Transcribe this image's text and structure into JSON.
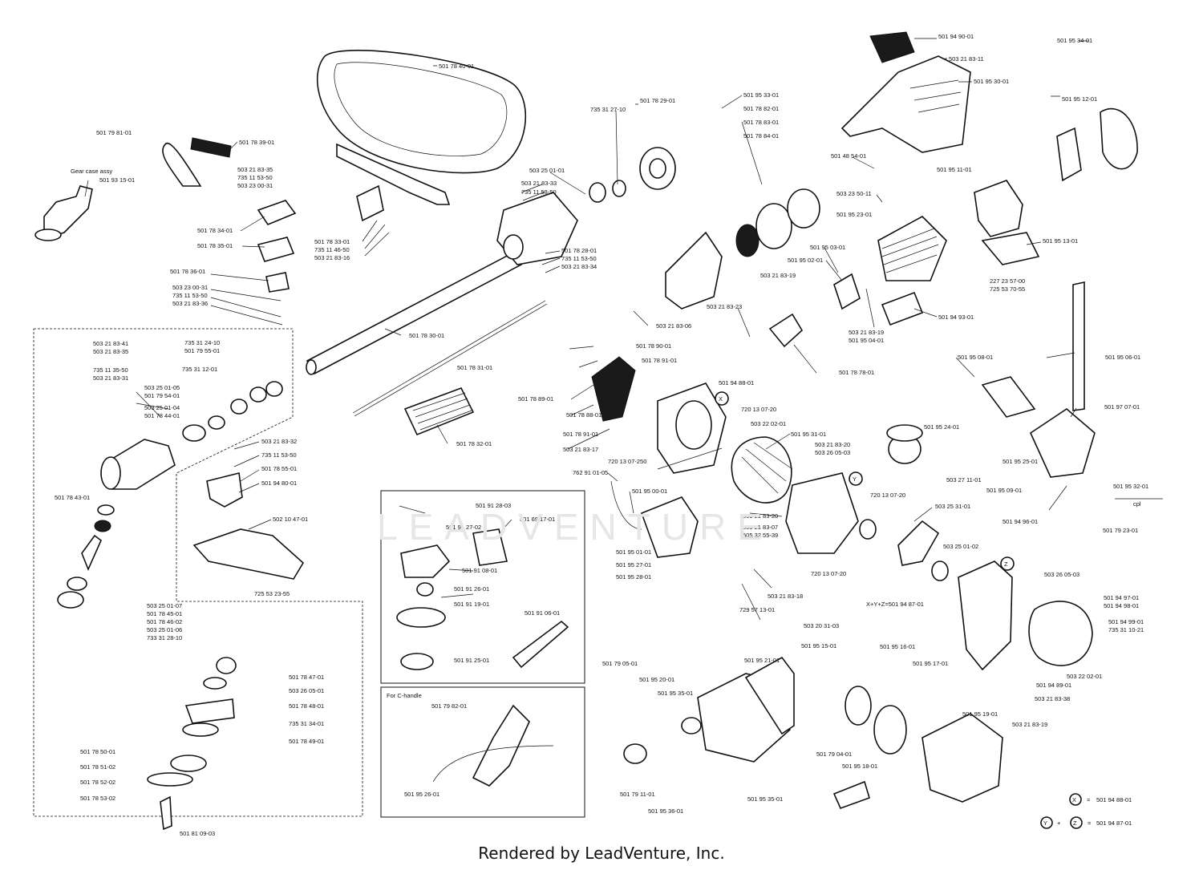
{
  "footer": "Rendered by LeadVenture, Inc.",
  "watermark": "LEADVENTURE",
  "headings": {
    "gear_case": "Gear case assy",
    "c_handle": "For C-handle",
    "xyz": "X+Y+Z=501 94 87-01",
    "cpl": "cpl"
  },
  "legend": {
    "x_letter": "X",
    "y_letter": "Y",
    "z_letter": "Z",
    "x_value": "501 94 88-01",
    "yz_value": "501 94 87-01",
    "eq": "=",
    "plus": "+"
  },
  "labels": [
    "501 94 90-01",
    "503 21 83-11",
    "501 95 30-01",
    "501 95 34-01",
    "501 95 12-01",
    "501 78 40-01",
    "501 78 29-01",
    "735 31 27-10",
    "501 95 33-01",
    "501 78 82-01",
    "501 78 83-01",
    "501 78 84-01",
    "501 48 54-01",
    "501 95 11-01",
    "503 23 50-11",
    "501 95 23-01",
    "501 95 13-01",
    "501 79 81-01",
    "501 78 39-01",
    "503 21 83-35",
    "735 11 53-50",
    "503 23 00-31",
    "501 93 15-01",
    "503 25 01-01",
    "503 21 83-33",
    "735 11 53-50",
    "501 78 34-01",
    "501 78 35-01",
    "501 78 33-01",
    "735 11 46-50",
    "503 21 83-16",
    "501 78 28-01",
    "735 11 53-50",
    "503 21 83-34",
    "501 95 03-01",
    "501 95 02-01",
    "503 21 83-19",
    "227 23 57-00",
    "725 53 70-55",
    "501 78 36-01",
    "503 23 00-31",
    "735 11 53-50",
    "503 21 83-36",
    "503 21 83-06",
    "503 21 83-23",
    "503 21 83-19",
    "501 95 04-01",
    "501 94 93-01",
    "501 78 30-01",
    "735 31 24-10",
    "501 79 55-01",
    "503 21 83-41",
    "503 21 83-35",
    "735 11 35-50",
    "503 21 83-31",
    "735 31 12-01",
    "501 78 31-01",
    "501 78 90-01",
    "501 78 91-01",
    "501 78 78-01",
    "501 95 08-01",
    "501 95 06-01",
    "503 25 01-05",
    "501 79 54-01",
    "503 25 01-04",
    "501 78 44-01",
    "501 78 89-01",
    "501 94 88-01",
    "720 13 07-20",
    "501 78 88-01",
    "501 78 91-01",
    "503 22 02-01",
    "501 95 24-01",
    "501 97 07-01",
    "503 21 83-17",
    "501 78 32-01",
    "503 21 83-32",
    "735 11 53-50",
    "501 78 55-01",
    "501 94 80-01",
    "720 13 07-250",
    "501 95 31-01",
    "503 21 83-20",
    "503 26 05-03",
    "501 95 25-01",
    "762 91 01-05",
    "501 95 00-01",
    "720 13 07-20",
    "503 27 11-01",
    "501 95 09-01",
    "501 95 32-01",
    "501 78 43-01",
    "501 91 28-03",
    "501 91 27-02",
    "501 69 17-01",
    "502 10 47-01",
    "503 21 83-20",
    "503 21 83-07",
    "505 32 55-39",
    "503 25 31-01",
    "501 94 96-01",
    "501 79 23-01",
    "501 91 08-01",
    "501 95 01-01",
    "501 95 27-01",
    "501 95 28-01",
    "503 25 01-02",
    "720 13 07-20",
    "501 91 26-01",
    "501 91 19-01",
    "725 53 23-55",
    "503 21 83-18",
    "503 26 05-03",
    "729 57 13-01",
    "503 25 01-07",
    "501 78 45-01",
    "501 78 46-02",
    "503 25 01-06",
    "733 31 28-10",
    "501 91 06-01",
    "503 20 31-03",
    "501 94 97-01",
    "501 94 98-01",
    "501 94 99-01",
    "735 31 10-21",
    "501 95 15-01",
    "501 95 16-01",
    "501 95 21-01",
    "501 91 25-01",
    "501 79 05-01",
    "501 95 20-01",
    "501 95 17-01",
    "503 22 02-01",
    "501 94 89-01",
    "501 78 47-01",
    "503 26 05-01",
    "501 78 48-01",
    "501 95 35-01",
    "503 21 83-38",
    "501 79 82-01",
    "735 31 34-01",
    "501 78 49-01",
    "501 95 19-01",
    "503 21 83-19",
    "501 78 50-01",
    "501 78 51-02",
    "501 78 52-02",
    "501 79 11-01",
    "501 95 26-01",
    "501 79 04-01",
    "501 95 18-01",
    "501 95 35-01",
    "501 78 53-02",
    "501 95 36-01",
    "501 81 09-03"
  ]
}
